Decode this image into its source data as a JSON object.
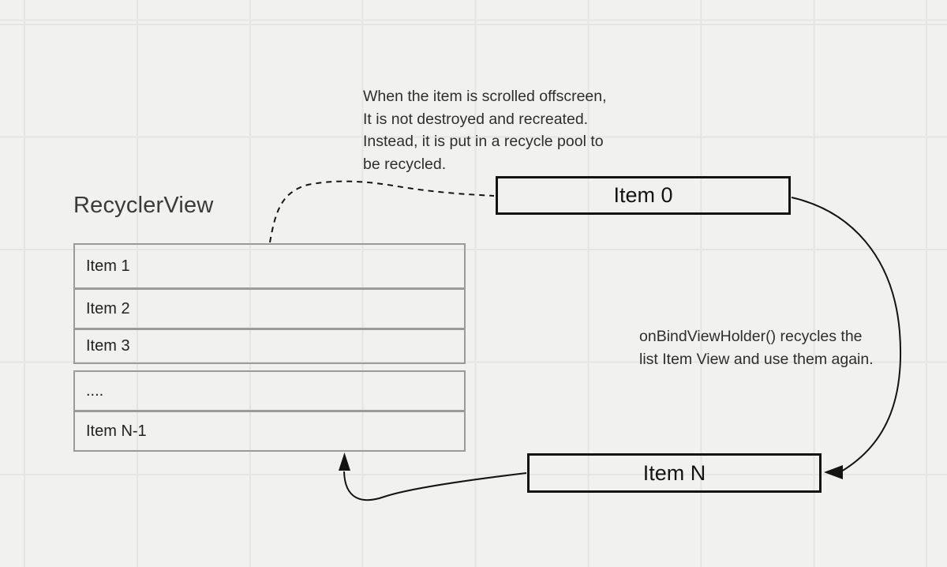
{
  "title": "RecyclerView",
  "annotations": {
    "offscreen_note": "When the item is scrolled offscreen,\nIt is not destroyed and recreated.\nInstead, it is put in a recycle pool to\nbe recycled.",
    "bind_note": "onBindViewHolder() recycles the\nlist Item View and use them again."
  },
  "list": {
    "rows": [
      {
        "label": "Item 1"
      },
      {
        "label": "Item 2"
      },
      {
        "label": "Item 3"
      },
      {
        "label": "...."
      },
      {
        "label": "Item N-1"
      }
    ]
  },
  "boxes": {
    "item0_label": "Item 0",
    "itemN_label": "Item N"
  },
  "colors": {
    "bg": "#f1f1f0",
    "grid": "#e5e5e4",
    "ink": "#141414",
    "list-border": "#9b9b9b",
    "title-color": "#3a3a3a",
    "note-color": "#2e2e2e",
    "row-color": "#222222"
  }
}
